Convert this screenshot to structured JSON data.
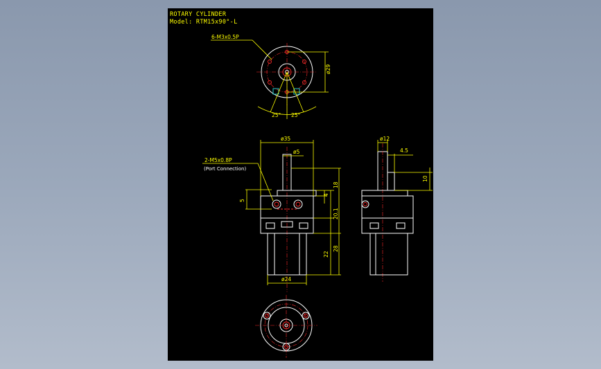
{
  "drawing": {
    "title": "ROTARY CYLINDER",
    "model": "Model: RTM15x90°-L"
  },
  "top_view": {
    "callout": "6-M3x0.5P",
    "dia_label": "ø29",
    "angle_left": "25°",
    "angle_right": "25°"
  },
  "front_view": {
    "dia_top": "ø35",
    "dia_shaft": "ø5",
    "port_callout": "2-M5x0.8P",
    "port_note": "(Port Connection)",
    "dim_5": "5",
    "dim_18": "18",
    "dim_4": "4",
    "dim_20_1": "20.1",
    "dim_22": "22",
    "dim_28": "28",
    "dia_bottom": "ø24"
  },
  "side_view": {
    "dia_shaft": "ø12",
    "dim_4_5": "4.5",
    "dim_10": "10"
  },
  "colors": {
    "sheet": "#000000",
    "background": "#9ba8bb",
    "dimension": "#ffff00",
    "outline": "#ffffff",
    "hidden": "#ff2a2a",
    "accent": "#22c8c8"
  }
}
